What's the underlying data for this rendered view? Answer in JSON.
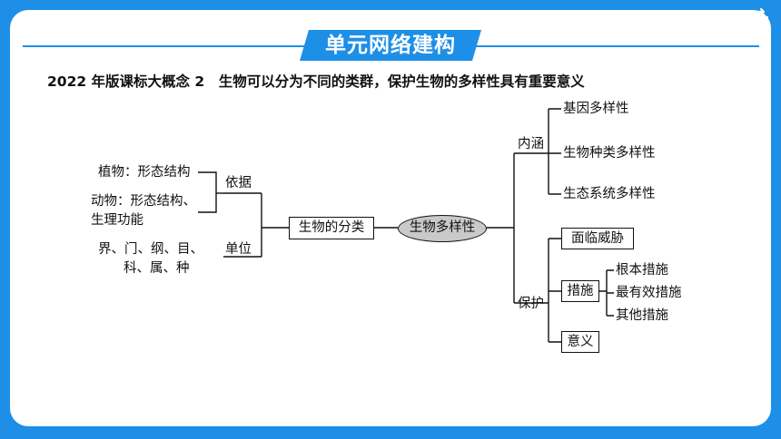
{
  "header": {
    "banner_title": "单元网络建构",
    "back_icon": "return-arrow-icon"
  },
  "subtitle": "2022 年版课标大概念 2　生物可以分为不同的类群，保护生物的多样性具有重要意义",
  "diagram": {
    "left": {
      "plant": "植物：形态结构",
      "animal_line1": "动物：形态结构、",
      "animal_line2": "生理功能",
      "basis": "依据",
      "ranks_line1": "界、门、纲、目、",
      "ranks_line2": "科、属、种",
      "unit": "单位"
    },
    "classification": "生物的分类",
    "center": "生物多样性",
    "connotation": {
      "label": "内涵",
      "items": [
        "基因多样性",
        "生物种类多样性",
        "生态系统多样性"
      ]
    },
    "protection": {
      "label": "保护",
      "threat": "面临威胁",
      "measures": "措施",
      "measure_items": [
        "根本措施",
        "最有效措施",
        "其他措施"
      ],
      "significance": "意义"
    }
  },
  "colors": {
    "frame": "#1e8fe6",
    "banner": "#1e8fe6",
    "ellipse_fill": "#c9c9c9"
  }
}
